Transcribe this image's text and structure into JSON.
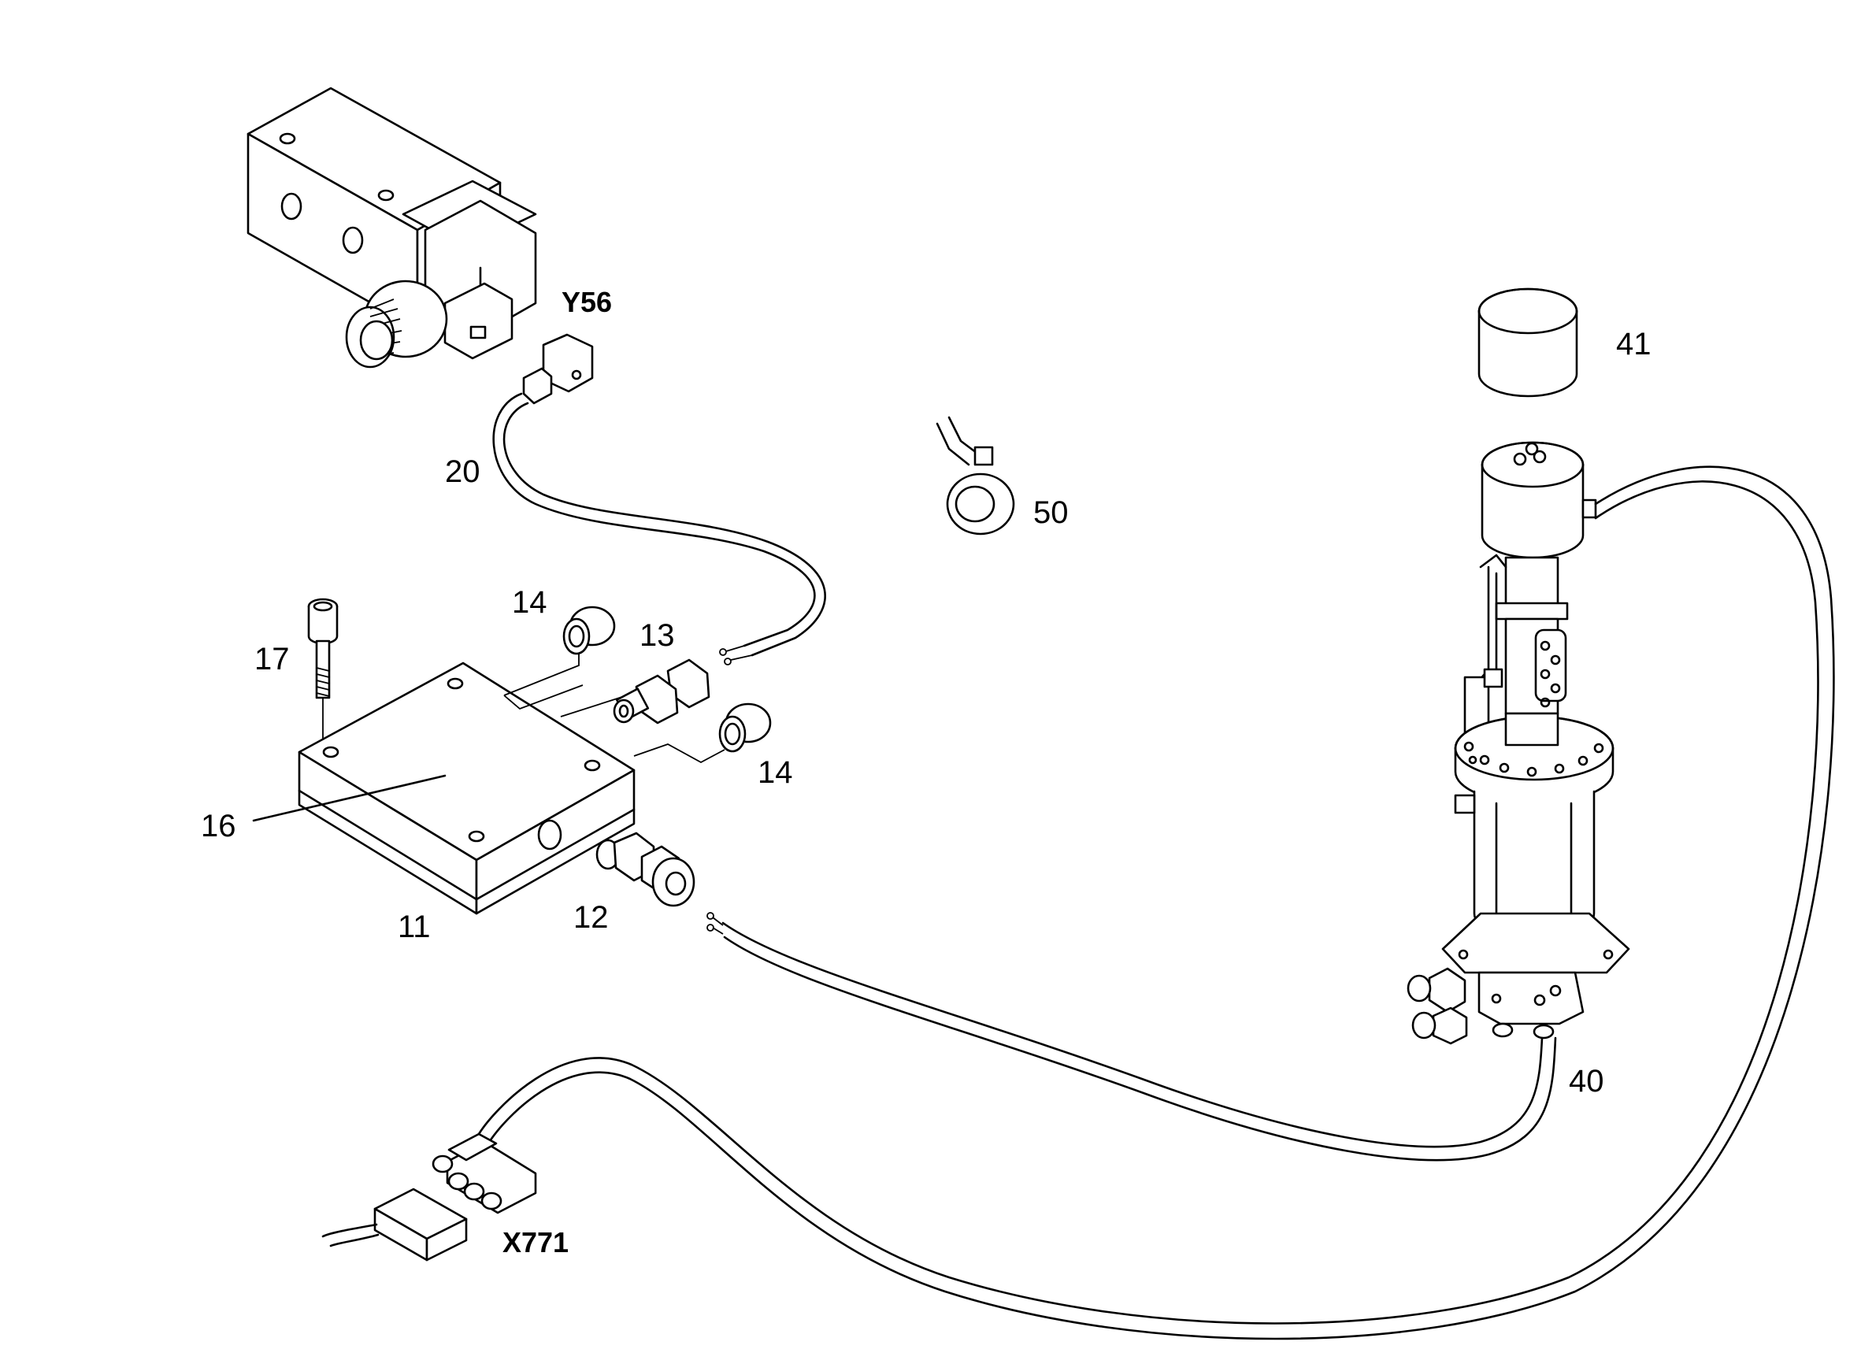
{
  "diagram": {
    "background": "#ffffff",
    "line_color": "#000000",
    "callouts": {
      "y56": "Y56",
      "c20": "20",
      "c41": "41",
      "c50": "50",
      "c14a": "14",
      "c13": "13",
      "c17": "17",
      "c14b": "14",
      "c16": "16",
      "c11": "11",
      "c12": "12",
      "c40": "40",
      "x771": "X771"
    },
    "parts": [
      {
        "id": "solenoid-valve",
        "callout": "Y56"
      },
      {
        "id": "cable",
        "callout": "20"
      },
      {
        "id": "cap",
        "callout": "41"
      },
      {
        "id": "cable-tie",
        "callout": "50"
      },
      {
        "id": "plug",
        "callout": "14"
      },
      {
        "id": "fitting",
        "callout": "13"
      },
      {
        "id": "screw",
        "callout": "17"
      },
      {
        "id": "distributor-block",
        "callout": "16"
      },
      {
        "id": "base-plate",
        "callout": "11"
      },
      {
        "id": "fitting",
        "callout": "12"
      },
      {
        "id": "pump",
        "callout": "40"
      },
      {
        "id": "connector",
        "callout": "X771"
      }
    ]
  }
}
